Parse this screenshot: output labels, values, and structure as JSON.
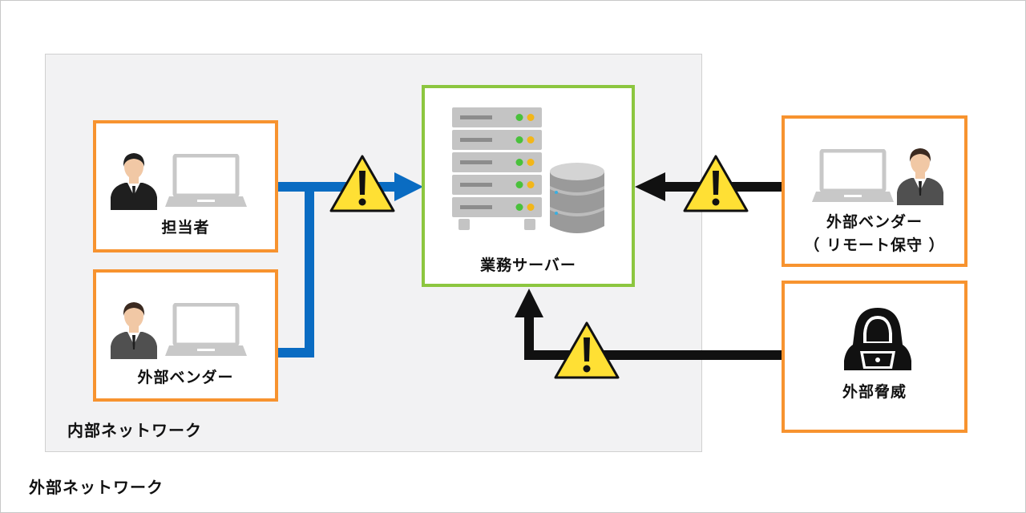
{
  "networks": {
    "external_label": "外部ネットワーク",
    "internal_label": "内部ネットワーク"
  },
  "nodes": {
    "staff": {
      "label": "担当者"
    },
    "vendor_internal": {
      "label": "外部ベンダー"
    },
    "server": {
      "label": "業務サーバー"
    },
    "vendor_remote": {
      "label_line1": "外部ベンダー",
      "label_line2": "（ リモート保守 ）"
    },
    "threat": {
      "label": "外部脅威"
    }
  },
  "icons": [
    "person-icon",
    "laptop-icon",
    "server-rack-icon",
    "database-icon",
    "hacker-icon",
    "warning-icon",
    "arrow-icon"
  ],
  "colors": {
    "orange_border": "#f7932f",
    "green_border": "#8cc63f",
    "internal_arrow": "#0a6cc2",
    "external_arrow": "#111111",
    "warning_fill": "#ffe034"
  }
}
